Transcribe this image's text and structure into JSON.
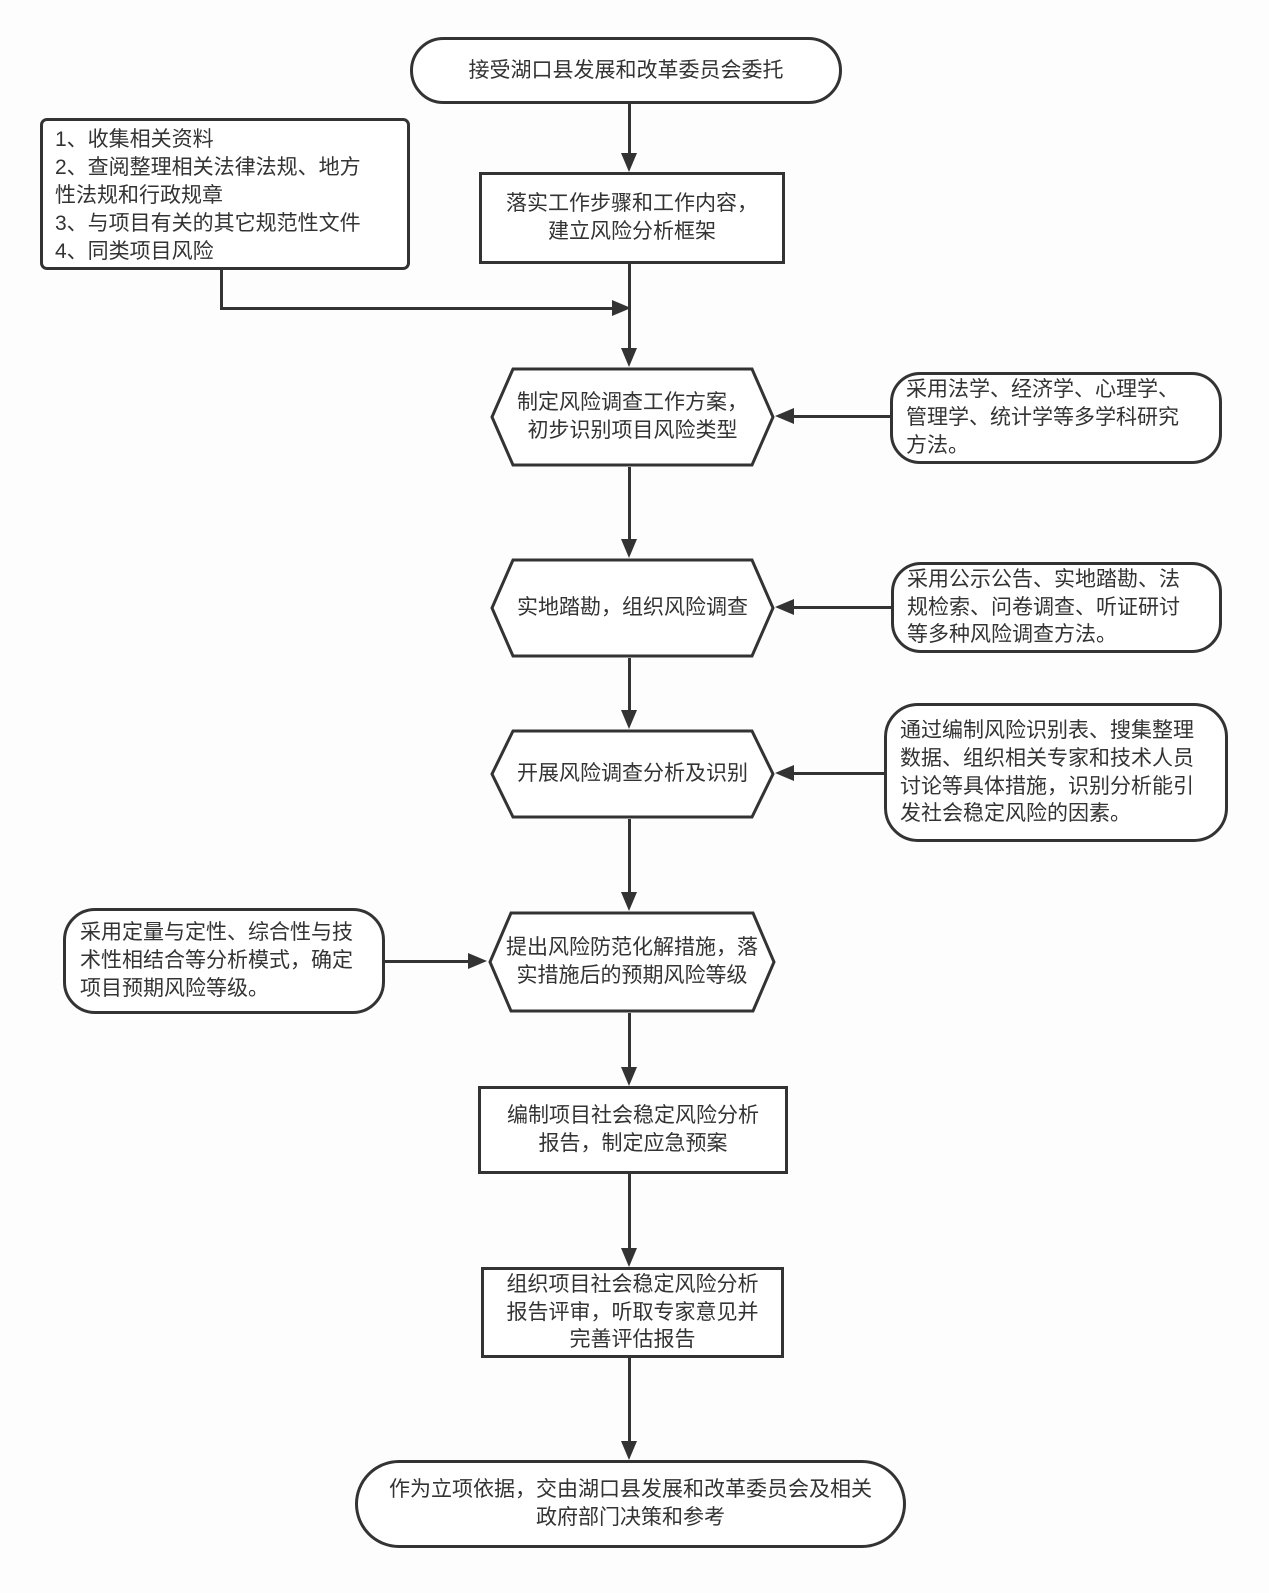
{
  "colors": {
    "stroke": "#333333",
    "text": "#333333",
    "node_fill": "#ffffff",
    "background": "#fdfdfd"
  },
  "flowchart": {
    "start": {
      "label": "接受湖口县发展和改革委员会委托"
    },
    "inputs_list": {
      "items": [
        "1、收集相关资料",
        "2、查阅整理相关法律法规、地方性法规和行政规章",
        "3、与项目有关的其它规范性文件",
        "4、同类项目风险"
      ]
    },
    "step_framework": {
      "label": "落实工作步骤和工作内容，建立风险分析框架"
    },
    "step_plan": {
      "label": "制定风险调查工作方案，初步识别项目风险类型"
    },
    "note_multidiscipline": {
      "label": "采用法学、经济学、心理学、管理学、统计学等多学科研究方法。"
    },
    "step_survey": {
      "label": "实地踏勘，组织风险调查"
    },
    "note_survey_methods": {
      "label": "采用公示公告、实地踏勘、法规检索、问卷调查、听证研讨等多种风险调查方法。"
    },
    "step_identify": {
      "label": "开展风险调查分析及识别"
    },
    "note_identify_measures": {
      "label": "通过编制风险识别表、搜集整理数据、组织相关专家和技术人员讨论等具体措施，识别分析能引发社会稳定风险的因素。"
    },
    "note_analysis_mode": {
      "label": "采用定量与定性、综合性与技术性相结合等分析模式，确定项目预期风险等级。"
    },
    "step_measures": {
      "label": "提出风险防范化解措施，落实措施后的预期风险等级"
    },
    "step_report": {
      "label": "编制项目社会稳定风险分析报告，制定应急预案"
    },
    "step_review": {
      "label": "组织项目社会稳定风险分析报告评审，听取专家意见并完善评估报告"
    },
    "end": {
      "label": "作为立项依据，交由湖口县发展和改革委员会及相关政府部门决策和参考"
    }
  }
}
